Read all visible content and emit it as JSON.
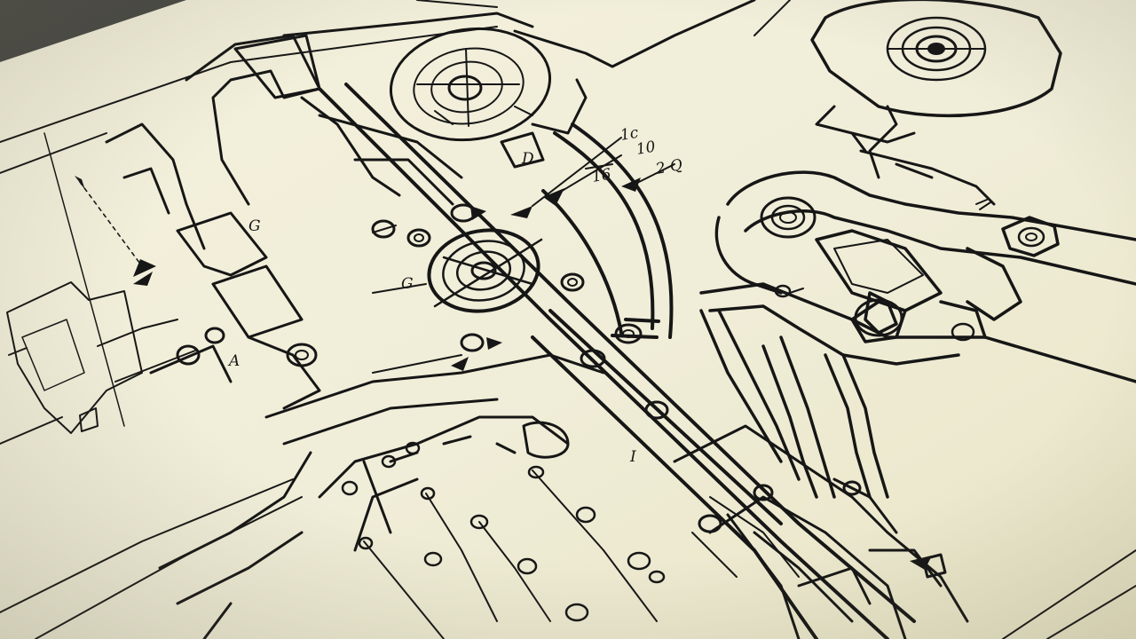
{
  "palette": {
    "paper": "#f1eedb",
    "paper_warm": "#ece8c8",
    "ink": "#161616",
    "backdrop": "#3a3a38"
  },
  "annotations": {
    "label_1": "1c",
    "label_2": "10",
    "label_3": "2 Q",
    "label_4": "16",
    "label_5": "D",
    "label_6": "G",
    "label_7": "G",
    "label_8": "A",
    "label_9": "I"
  },
  "icons": [
    "gear-icon",
    "bearing-icon",
    "bolt-icon",
    "arrow-icon"
  ]
}
